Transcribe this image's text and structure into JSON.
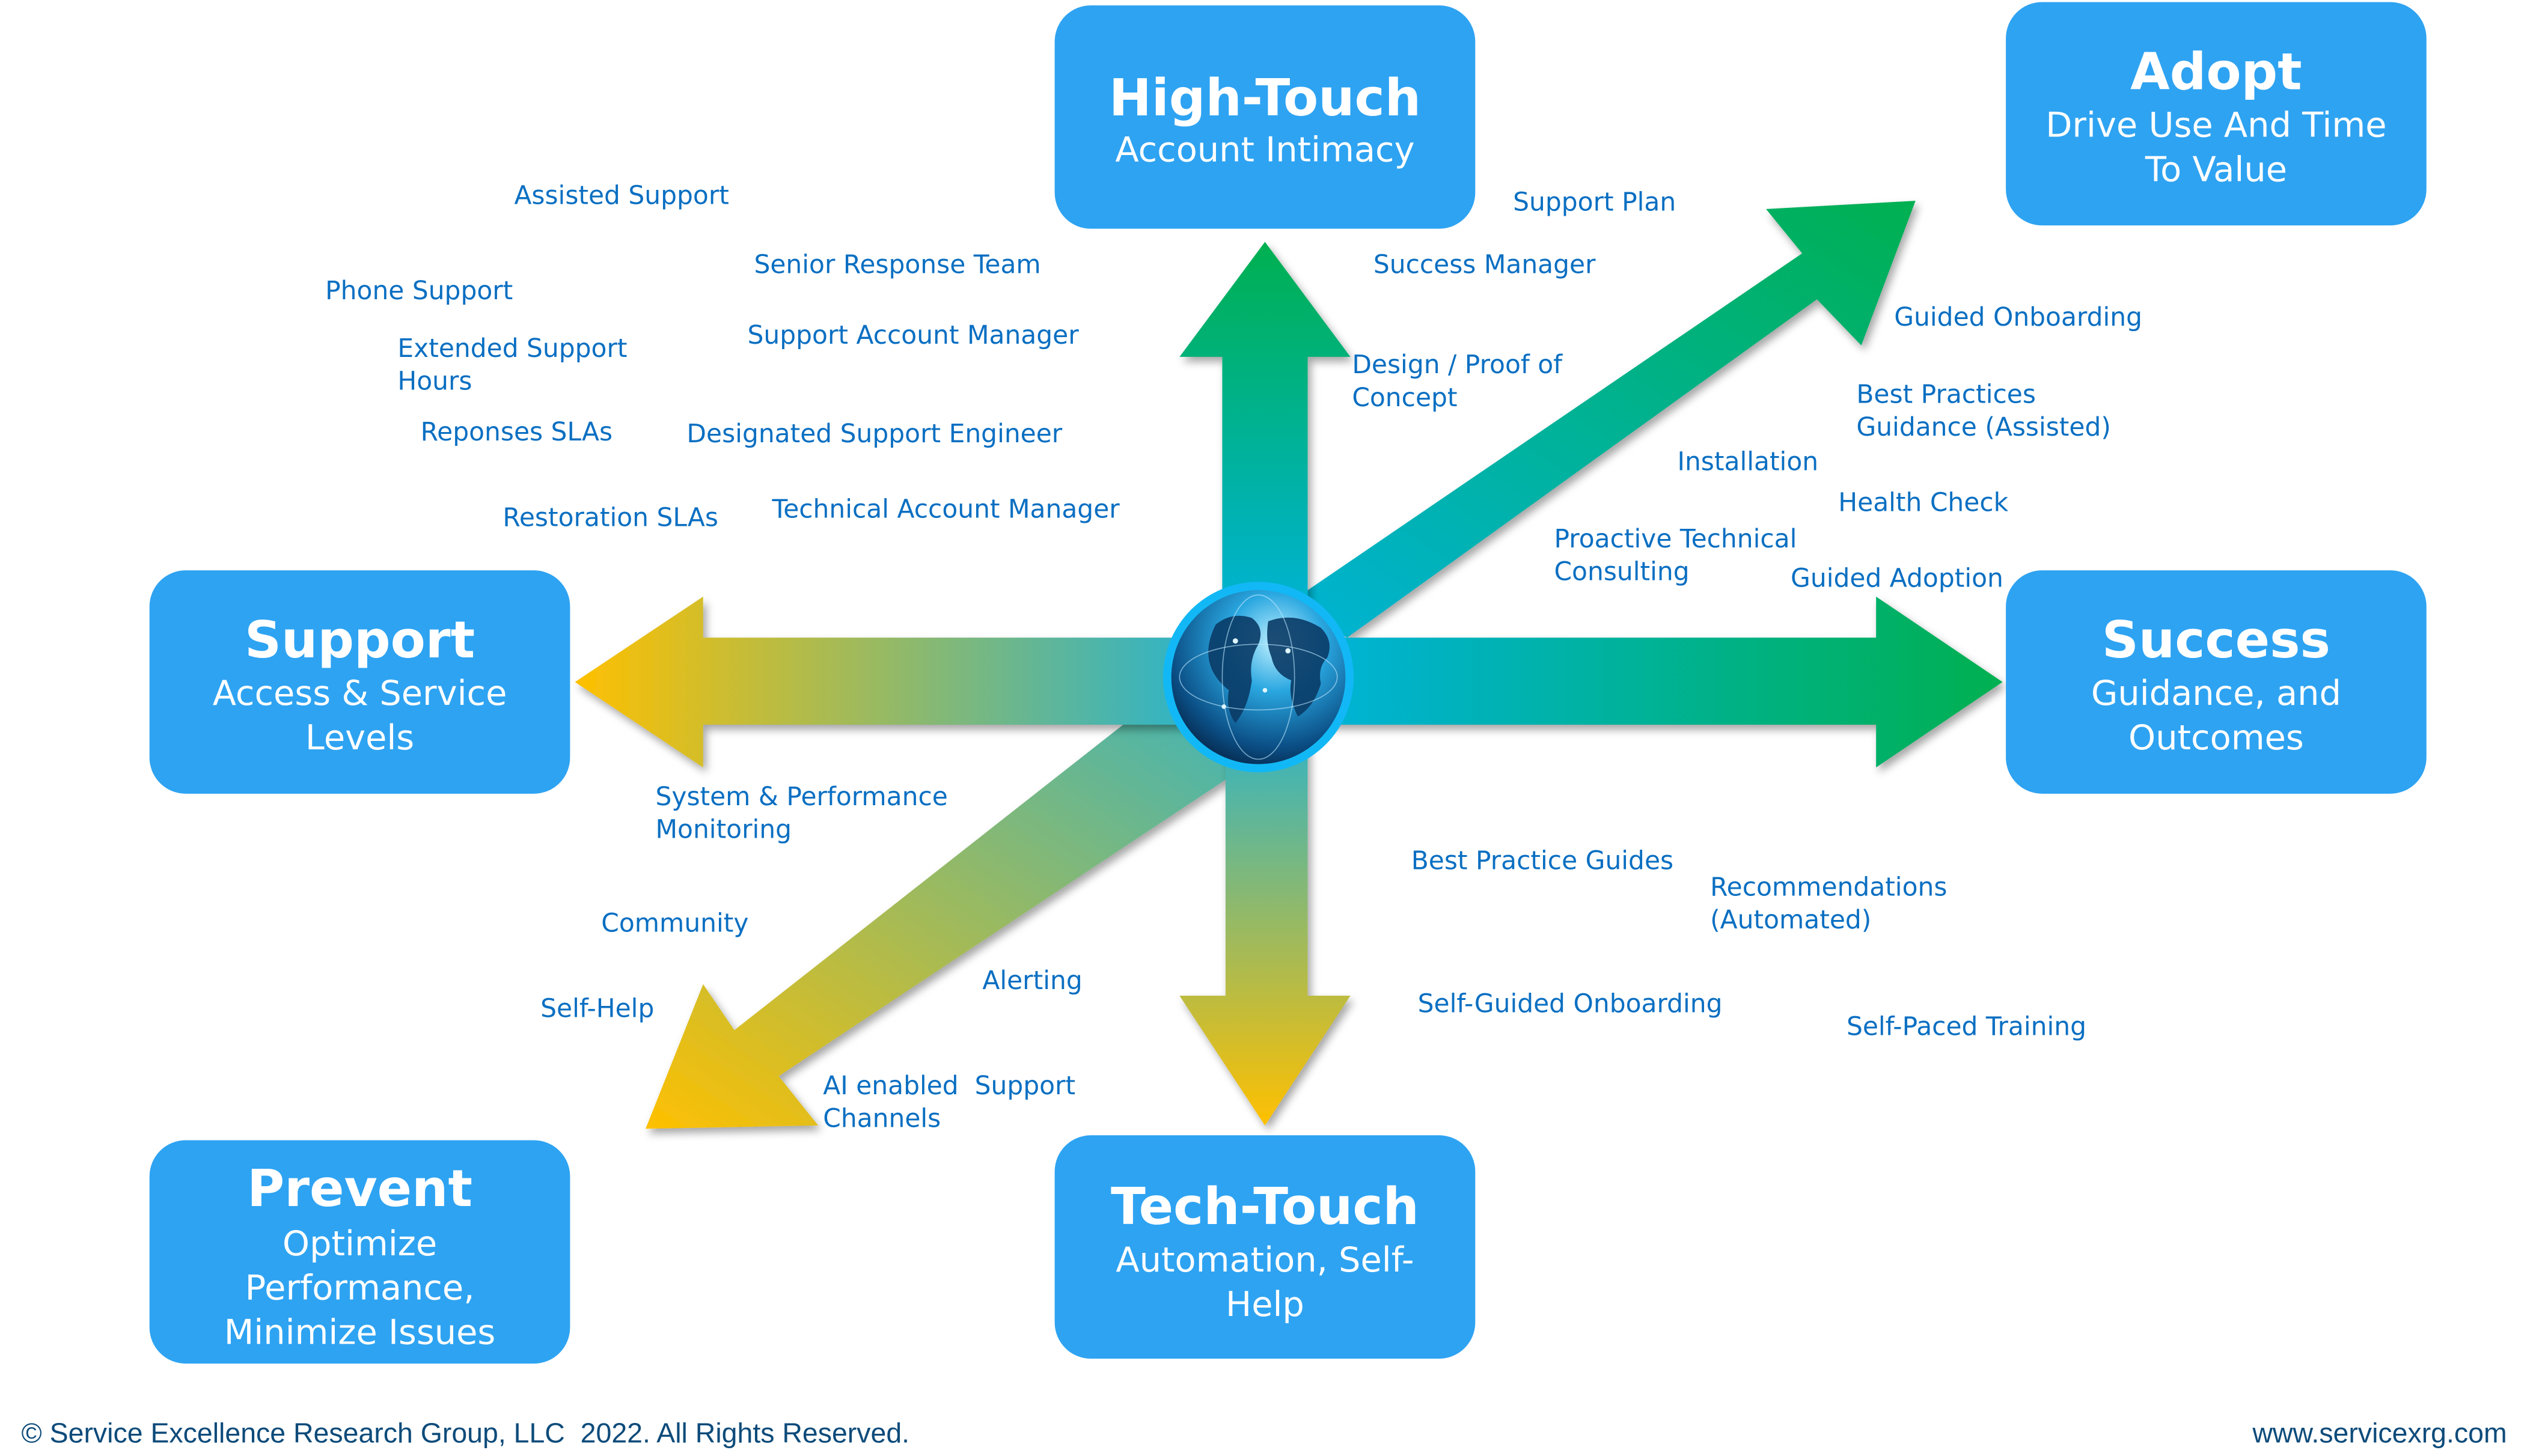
{
  "colors": {
    "box_fill": "#2ea3f2",
    "item_text": "#0a6fc2",
    "footer_text": "#0d4b7a",
    "arrow_green": "#00b050",
    "arrow_cyan": "#00b3d8",
    "arrow_yellow": "#ffc000",
    "globe_ring": "#12b8f5"
  },
  "boxes": {
    "high_touch": {
      "title": "High-Touch",
      "subtitle": [
        "Account Intimacy"
      ]
    },
    "adopt": {
      "title": "Adopt",
      "subtitle": [
        "Drive Use And Time",
        "To Value"
      ]
    },
    "support": {
      "title": "Support",
      "subtitle": [
        "Access & Service",
        "Levels"
      ]
    },
    "success": {
      "title": "Success",
      "subtitle": [
        "Guidance, and",
        "Outcomes"
      ]
    },
    "prevent": {
      "title": "Prevent",
      "subtitle": [
        "Optimize",
        "Performance,",
        "Minimize Issues"
      ]
    },
    "tech_touch": {
      "title": "Tech-Touch",
      "subtitle": [
        "Automation, Self-",
        "Help"
      ]
    }
  },
  "center_icon": "globe-icon",
  "items": [
    {
      "id": "assisted-support",
      "lines": [
        "Assisted Support"
      ]
    },
    {
      "id": "phone-support",
      "lines": [
        "Phone Support"
      ]
    },
    {
      "id": "extended-support-hours",
      "lines": [
        "Extended Support",
        "Hours"
      ]
    },
    {
      "id": "reponses-slas",
      "lines": [
        "Reponses SLAs"
      ]
    },
    {
      "id": "restoration-slas",
      "lines": [
        "Restoration SLAs"
      ]
    },
    {
      "id": "senior-response-team",
      "lines": [
        "Senior Response Team"
      ]
    },
    {
      "id": "support-account-manager",
      "lines": [
        "Support Account Manager"
      ]
    },
    {
      "id": "designated-support-engineer",
      "lines": [
        "Designated Support Engineer"
      ]
    },
    {
      "id": "technical-account-manager",
      "lines": [
        "Technical Account Manager"
      ]
    },
    {
      "id": "support-plan",
      "lines": [
        "Support Plan"
      ]
    },
    {
      "id": "success-manager",
      "lines": [
        "Success Manager"
      ]
    },
    {
      "id": "design-proof-of-concept",
      "lines": [
        "Design / Proof of",
        "Concept"
      ]
    },
    {
      "id": "guided-onboarding",
      "lines": [
        "Guided Onboarding"
      ]
    },
    {
      "id": "best-practices-guidance",
      "lines": [
        "Best Practices",
        "Guidance (Assisted)"
      ]
    },
    {
      "id": "installation",
      "lines": [
        "Installation"
      ]
    },
    {
      "id": "health-check",
      "lines": [
        "Health Check"
      ]
    },
    {
      "id": "proactive-technical-consulting",
      "lines": [
        "Proactive Technical",
        "Consulting"
      ]
    },
    {
      "id": "guided-adoption",
      "lines": [
        "Guided Adoption"
      ]
    },
    {
      "id": "system-performance-monitoring",
      "lines": [
        "System & Performance",
        "Monitoring"
      ]
    },
    {
      "id": "community",
      "lines": [
        "Community"
      ]
    },
    {
      "id": "self-help",
      "lines": [
        "Self-Help"
      ]
    },
    {
      "id": "alerting",
      "lines": [
        "Alerting"
      ]
    },
    {
      "id": "ai-enabled-support-channels",
      "lines": [
        "AI enabled  Support",
        "Channels"
      ]
    },
    {
      "id": "best-practice-guides",
      "lines": [
        "Best Practice Guides"
      ]
    },
    {
      "id": "recommendations-automated",
      "lines": [
        "Recommendations",
        "(Automated)"
      ]
    },
    {
      "id": "self-guided-onboarding",
      "lines": [
        "Self-Guided Onboarding"
      ]
    },
    {
      "id": "self-paced-training",
      "lines": [
        "Self-Paced Training"
      ]
    }
  ],
  "footer": {
    "copyright": "© Service Excellence Research Group, LLC  2022. All Rights Reserved.",
    "website": "www.servicexrg.com"
  }
}
